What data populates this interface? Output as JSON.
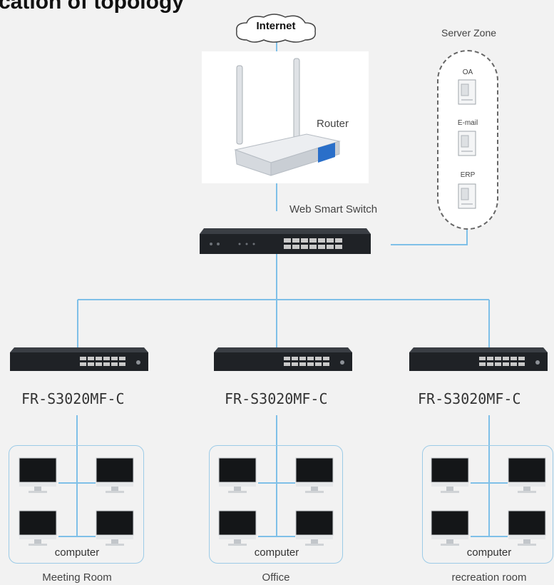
{
  "title": "cation of topology",
  "internet_label": "Internet",
  "router_label": "Router",
  "core_switch_label": "Web Smart Switch",
  "server_zone": {
    "title": "Server Zone",
    "servers": [
      "OA",
      "E-mail",
      "ERP"
    ]
  },
  "access_switches": [
    {
      "model": "FR-S3020MF-C",
      "computer_label": "computer",
      "room": "Meeting Room"
    },
    {
      "model": "FR-S3020MF-C",
      "computer_label": "computer",
      "room": "Office"
    },
    {
      "model": "FR-S3020MF-C",
      "computer_label": "computer",
      "room": "recreation room"
    }
  ],
  "colors": {
    "link": "#7fc0e8",
    "device": "#1f2226",
    "room_border": "#9ccbe7"
  }
}
